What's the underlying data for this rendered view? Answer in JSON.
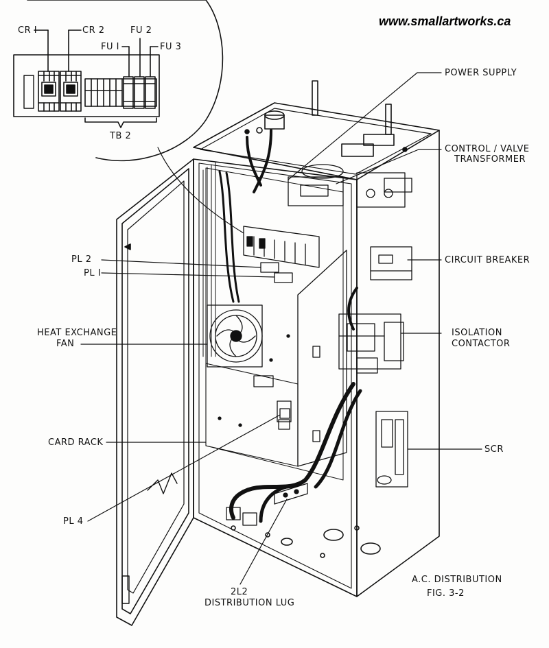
{
  "website": "www.smallartworks.ca",
  "inset": {
    "labels": {
      "cr1": "CR I",
      "cr2": "CR 2",
      "fu1": "FU I",
      "fu2": "FU 2",
      "fu3": "FU 3",
      "tb2": "TB 2"
    }
  },
  "callouts": {
    "power_supply": "POWER SUPPLY",
    "control_valve_transformer_1": "CONTROL / VALVE",
    "control_valve_transformer_2": "TRANSFORMER",
    "circuit_breaker": "CIRCUIT BREAKER",
    "isolation_contactor_1": "ISOLATION",
    "isolation_contactor_2": "CONTACTOR",
    "scr": "SCR",
    "pl2": "PL 2",
    "pl1": "PL I",
    "heat_exchange_fan_1": "HEAT EXCHANGE",
    "heat_exchange_fan_2": "FAN",
    "card_rack": "CARD RACK",
    "pl4": "PL 4",
    "distribution_lug_1": "2L2",
    "distribution_lug_2": "DISTRIBUTION LUG"
  },
  "caption": {
    "title": "A.C. DISTRIBUTION",
    "figure": "FIG. 3-2"
  },
  "colors": {
    "ink": "#111111",
    "paper": "#fdfdfc"
  }
}
